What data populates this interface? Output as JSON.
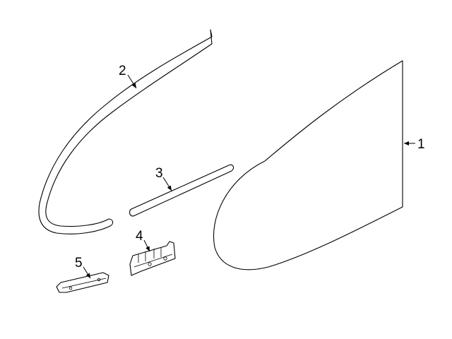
{
  "diagram": {
    "callouts": [
      {
        "id": "part-1",
        "label": "1"
      },
      {
        "id": "part-2",
        "label": "2"
      },
      {
        "id": "part-3",
        "label": "3"
      },
      {
        "id": "part-4",
        "label": "4"
      },
      {
        "id": "part-5",
        "label": "5"
      }
    ]
  }
}
